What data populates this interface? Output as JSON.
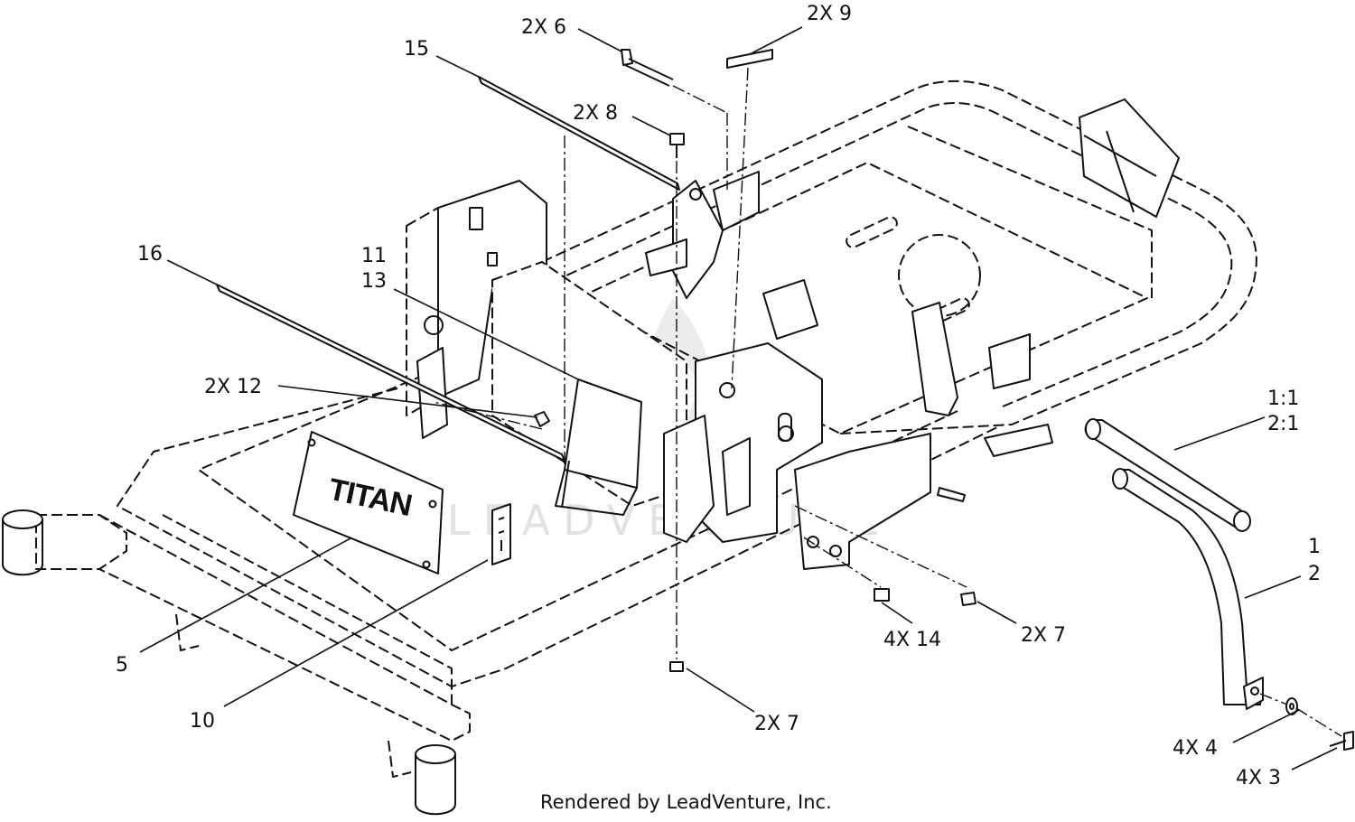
{
  "callouts": {
    "c1_1": "1:1",
    "c2_1": "2:1",
    "c1": "1",
    "c2": "2",
    "c4x3": "4X 3",
    "c4x4": "4X 4",
    "c5": "5",
    "c2x6": "2X 6",
    "c2x7a": "2X 7",
    "c2x7b": "2X 7",
    "c2x8": "2X 8",
    "c2x9": "2X 9",
    "c10": "10",
    "c11": "11",
    "c13": "13",
    "c2x12": "2X 12",
    "c4x14": "4X 14",
    "c15": "15",
    "c16": "16"
  },
  "brand_plate_text": "TITAN",
  "watermark_text": "LEADVENTURE",
  "footer": "Rendered by LeadVenture, Inc."
}
